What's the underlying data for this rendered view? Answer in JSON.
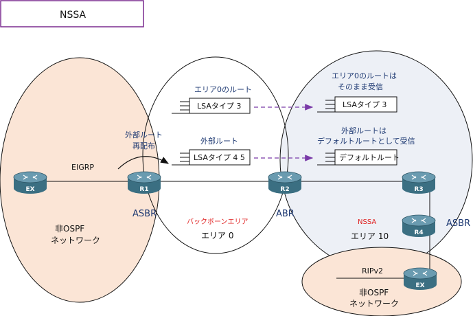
{
  "title": "NSSA",
  "areas": {
    "non_ospf_left": [
      "非OSPF",
      "ネットワーク"
    ],
    "backbone": {
      "label": "バックボーンエリア",
      "name": "エリア 0"
    },
    "nssa": {
      "label": "NSSA",
      "name": "エリア 10"
    },
    "non_ospf_bottom": [
      "非OSPF",
      "ネットワーク"
    ]
  },
  "routers": {
    "ex_left": "EX",
    "r1": "R1",
    "r2": "R2",
    "r3": "R3",
    "r4": "R4",
    "ex_bottom": "EX"
  },
  "role_labels": {
    "asbr_r1": "ASBR",
    "abr_r2": "ABR",
    "asbr_r4": "ASBR"
  },
  "protocols": {
    "eigrp": "EIGRP",
    "ripv2": "RIPv2"
  },
  "redistribution": [
    "外部ルート",
    "再配布"
  ],
  "lsa_groups": {
    "area0_route_caption": "エリア0のルート",
    "lsa3_left": "LSAタイプ 3",
    "external_route_caption": "外部ルート",
    "lsa45_left": "LSAタイプ 4 5",
    "area0_received_caption": [
      "エリア0のルートは",
      "そのまま受信"
    ],
    "lsa3_right": "LSAタイプ 3",
    "external_received_caption": [
      "外部ルートは",
      "デフォルトルートとして受信"
    ],
    "default_route": "デフォルトルート"
  },
  "colors": {
    "title_border": "#7a2a8f",
    "left_area_fill": "#fbe5d6",
    "nssa_fill": "#edf0f6",
    "router_body": "#3b6f82",
    "router_top": "#6a9bb0",
    "arrow_dashed": "#7a3aa8",
    "backbone_label": "#e02020",
    "nssa_label": "#e02020",
    "blue_text": "#1f3a73"
  }
}
